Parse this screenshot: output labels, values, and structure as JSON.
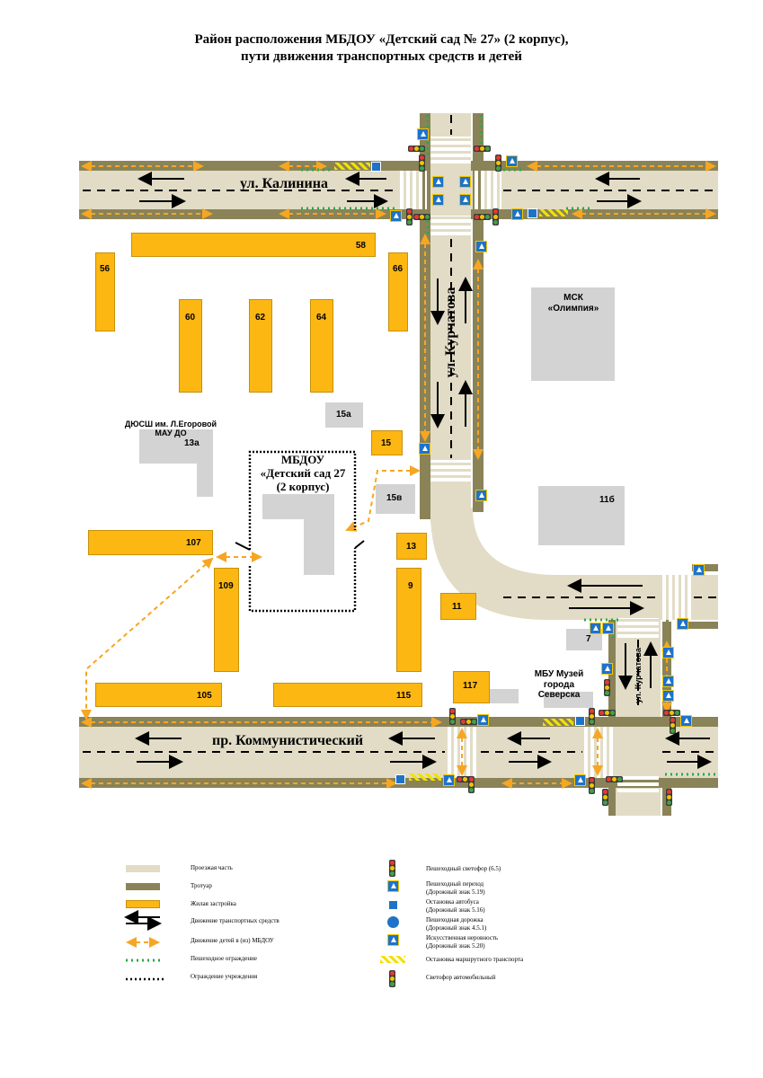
{
  "title": {
    "line1": "Район расположения МБДОУ «Детский сад № 27» (2 корпус),",
    "line2": "пути движения транспортных средств и детей"
  },
  "streets": {
    "kalinina": "ул. Калинина",
    "kurchatova": "ул. Курчатова",
    "kurchatova_small": "ул. Курчатова",
    "kommunistichesky": "пр. Коммунистический"
  },
  "buildings": {
    "b58": "58",
    "b56": "56",
    "b66": "66",
    "b60": "60",
    "b62": "62",
    "b64": "64",
    "b15a": "15а",
    "b13a": "13а",
    "b15": "15",
    "b15v": "15в",
    "b13": "13",
    "b107": "107",
    "b109": "109",
    "b9": "9",
    "b11": "11",
    "b105": "105",
    "b115": "115",
    "b117": "117",
    "b11b": "11б",
    "b7": "7"
  },
  "places": {
    "msk_line1": "МСК",
    "msk_line2": "«Олимпия»",
    "dyussh_line1": "ДЮСШ им. Л.Егоровой",
    "dyussh_line2": "МАУ ДО",
    "mbdou_line1": "МБДОУ",
    "mbdou_line2": "«Детский сад 27",
    "mbdou_line3": "(2 корпус)",
    "museum_line1": "МБУ Музей",
    "museum_line2": "города Северска"
  },
  "legend": {
    "left": [
      {
        "icon": "road-swatch",
        "text": "Проезжая часть"
      },
      {
        "icon": "sidewalk-swatch",
        "text": "Тротуар"
      },
      {
        "icon": "building-swatch",
        "text": "Жилая застройка"
      },
      {
        "icon": "traffic-direction-arrows",
        "text": "Движение транспортных средств"
      },
      {
        "icon": "children-path-arrows",
        "text": "Движение детей в (из) МБДОУ"
      },
      {
        "icon": "pedestrian-fence",
        "text": "Пешеходное ограждение"
      },
      {
        "icon": "institution-fence",
        "text": "Ограждение учреждения"
      }
    ],
    "right": [
      {
        "icon": "pedestrian-traffic-light-icon",
        "text1": "Пешеходный светофор (6.5)",
        "text2": ""
      },
      {
        "icon": "crosswalk-sign-icon",
        "text1": "Пешеходный переход",
        "text2": "(Дорожный знак 5.19)"
      },
      {
        "icon": "bus-stop-sign-icon",
        "text1": "Остановка автобуса",
        "text2": "(Дорожный знак 5.16)"
      },
      {
        "icon": "footpath-sign-icon",
        "text1": "Пешеходная дорожка",
        "text2": "(Дорожный знак 4.5.1)"
      },
      {
        "icon": "speed-bump-sign-icon",
        "text1": "Искусственная неровность",
        "text2": "(Дорожный знак 5.20)"
      },
      {
        "icon": "shuttle-stop-marking-icon",
        "text1": "Остановка маршрутного транспорта",
        "text2": ""
      },
      {
        "icon": "car-traffic-light-icon",
        "text1": "Светофор автомобильный",
        "text2": ""
      }
    ]
  },
  "colors": {
    "road": "#e2dcc6",
    "sidewalk": "#8a8358",
    "building": "#fdb713",
    "public_building": "#d3d3d3",
    "children_path": "#f6a623",
    "pedestrian_fence": "#2aa84a"
  }
}
